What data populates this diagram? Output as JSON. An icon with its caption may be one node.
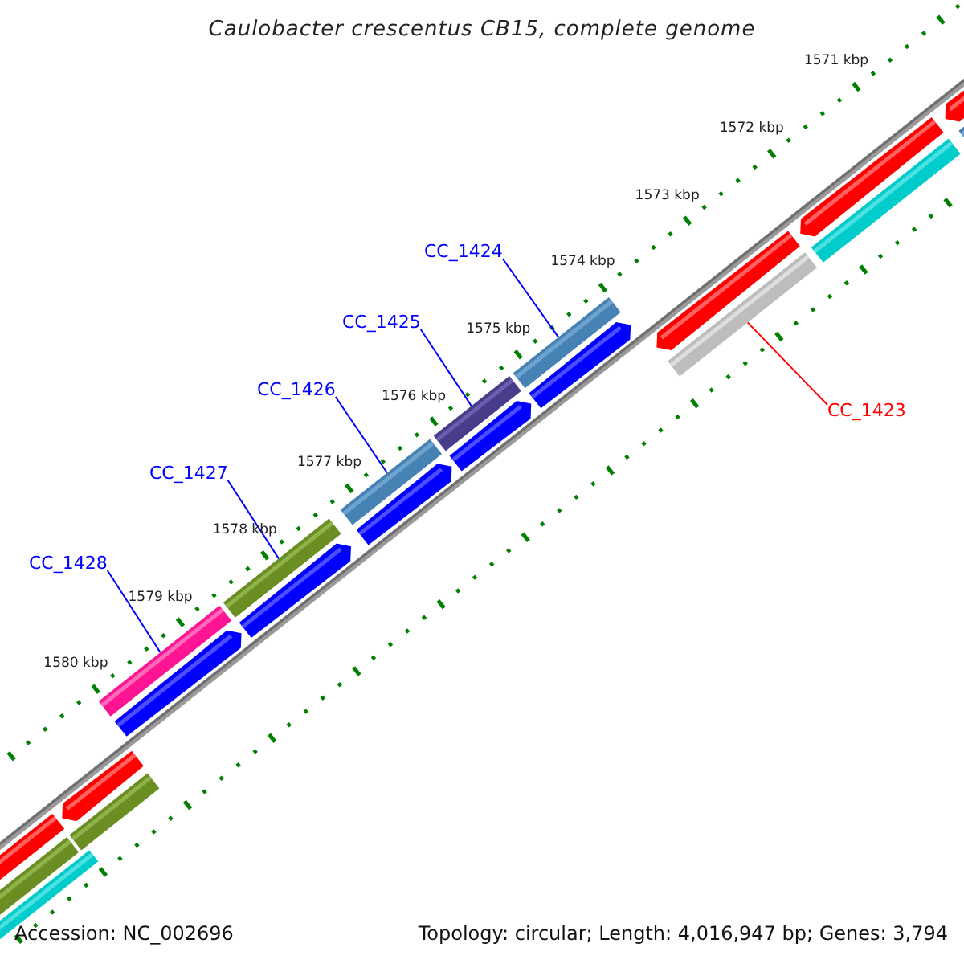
{
  "diagram": {
    "title": "Caulobacter crescentus CB15, complete genome",
    "nodes": [
      {
        "text": [
          "CC_1424"
        ]
      },
      {
        "text": [
          "CC_1425"
        ]
      },
      {
        "text": [
          "CC_1426"
        ]
      },
      {
        "text": [
          "CC_1427"
        ]
      },
      {
        "text": [
          "CC_1428"
        ]
      },
      {
        "text": [
          "CC_1423"
        ]
      },
      {
        "text": [],
        "shape": "bar"
      },
      {
        "text": [],
        "shape": "bar"
      },
      {
        "text": [],
        "shape": "bar"
      },
      {
        "text": [],
        "shape": "bar"
      },
      {
        "text": [],
        "shape": "bar"
      },
      {
        "text": [],
        "shape": "bar"
      }
    ],
    "edges": [
      {
        "from": 0,
        "to": 6,
        "arrow": "none"
      },
      {
        "from": 1,
        "to": 7,
        "arrow": "none"
      },
      {
        "from": 2,
        "to": 8,
        "arrow": "none"
      },
      {
        "from": 3,
        "to": 9,
        "arrow": "none"
      },
      {
        "from": 4,
        "to": 10,
        "arrow": "none"
      },
      {
        "from": 5,
        "to": 11,
        "arrow": "none",
        "color": "#ff0000"
      }
    ],
    "labels": [
      "1571 kbp",
      "1572 kbp",
      "1573 kbp",
      "1574 kbp",
      "1575 kbp",
      "1576 kbp",
      "1577 kbp",
      "1578 kbp",
      "1579 kbp",
      "1580 kbp",
      "Accession: NC_002696",
      "Topology: circular; Length: 4,016,947 bp; Genes: 3,794"
    ]
  }
}
